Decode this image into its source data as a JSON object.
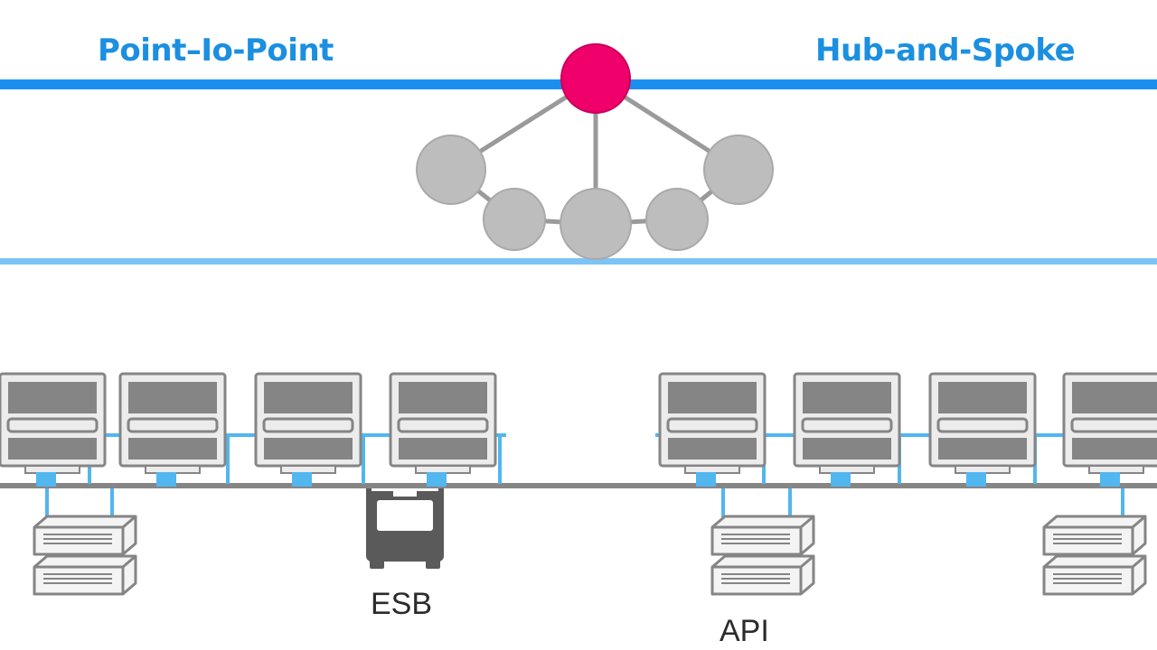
{
  "titles": {
    "left": "Point–Io-Point",
    "right": "Hub-and-Spoke"
  },
  "labels": {
    "esb": "ESB",
    "api": "API"
  },
  "nodes": {
    "hub": "hub-node",
    "spokes": [
      "spoke-node",
      "spoke-node",
      "spoke-node",
      "spoke-node",
      "spoke-node"
    ]
  },
  "icons": {
    "workstation": "monitor-icon",
    "server": "server-icon",
    "bus": "bus-icon"
  },
  "colors": {
    "title": "#1b8fe0",
    "band_line": "#1a8ff0",
    "band_line_light": "#7cc4f5",
    "hub": "#f0006a",
    "node": "#bdbdbd",
    "node_stroke": "#a9a9a9",
    "edge": "#9a9a9a",
    "connector": "#52b6ef",
    "device": "#858585",
    "device_dark": "#5a5a5a",
    "device_fill": "#ececec"
  }
}
